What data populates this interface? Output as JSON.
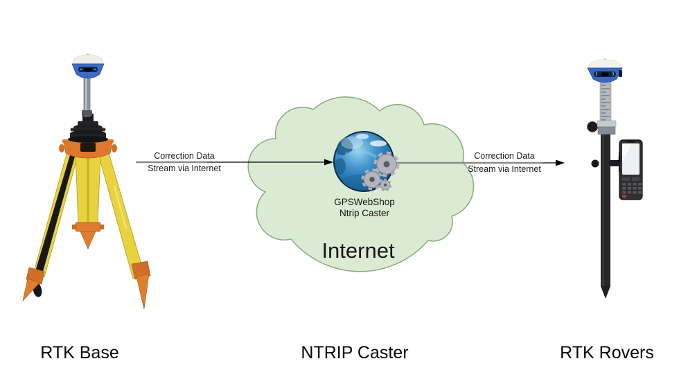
{
  "diagram": {
    "background": "#ffffff",
    "nodes": {
      "base": {
        "label": "RTK Base"
      },
      "caster": {
        "label": "NTRIP Caster"
      },
      "rovers": {
        "label": "RTK Rovers"
      }
    },
    "cloud": {
      "label": "Internet",
      "fill": "#dbebd3",
      "stroke": "#89aa7b"
    },
    "caster_icon": {
      "caption_line1": "GPSWebShop",
      "caption_line2": "Ntrip Caster",
      "globe_color": "#2377b0",
      "globe_outline": "#0e2740",
      "gear_color": "#b4b4bd"
    },
    "arrows": {
      "base_to_caster": {
        "line1": "Correction Data",
        "line2": "Stream via Internet",
        "color": "#000000"
      },
      "caster_to_rovers": {
        "line1": "Correction Data",
        "line2": "Stream via Internet",
        "color": "#000000"
      }
    },
    "equipment_colors": {
      "tripod_yellow": "#e8d23f",
      "tripod_orange": "#e0782c",
      "receiver_blue": "#3a67c2",
      "receiver_white": "#f1f0ea",
      "pole_gray": "#8e959d",
      "rover_pole_black": "#28282a",
      "controller_dark": "#303034"
    }
  }
}
